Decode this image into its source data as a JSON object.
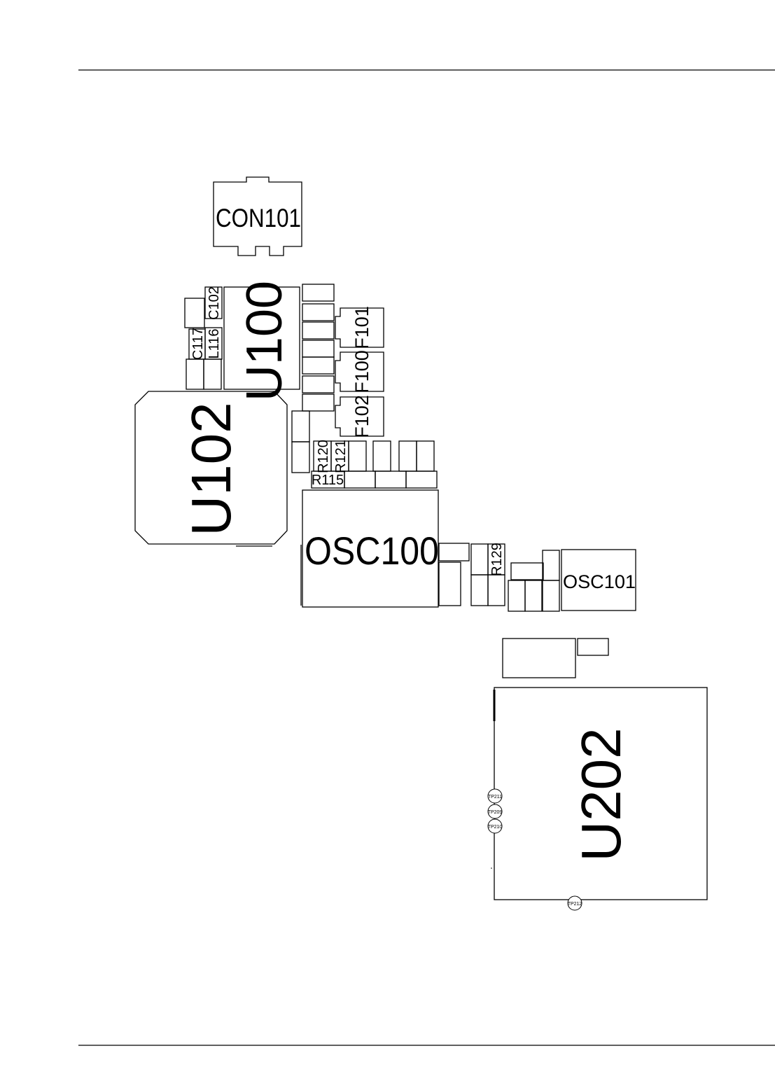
{
  "diagram": {
    "line_color": "#000000",
    "background": "#ffffff",
    "components": {
      "CON101": "CON101",
      "U100": "U100",
      "U102": "U102",
      "C102": "C102",
      "C117": "C117",
      "L116": "L116",
      "F101": "F101",
      "F100": "F100",
      "F102": "F102",
      "R120": "R120",
      "R121": "R121",
      "R115": "R115",
      "R129": "R129",
      "OSC100": "OSC100",
      "OSC101": "OSC101",
      "U202": "U202",
      "TP211": "TP211",
      "TP209": "TP209",
      "TP210": "TP210",
      "TP212": "TP212"
    }
  }
}
